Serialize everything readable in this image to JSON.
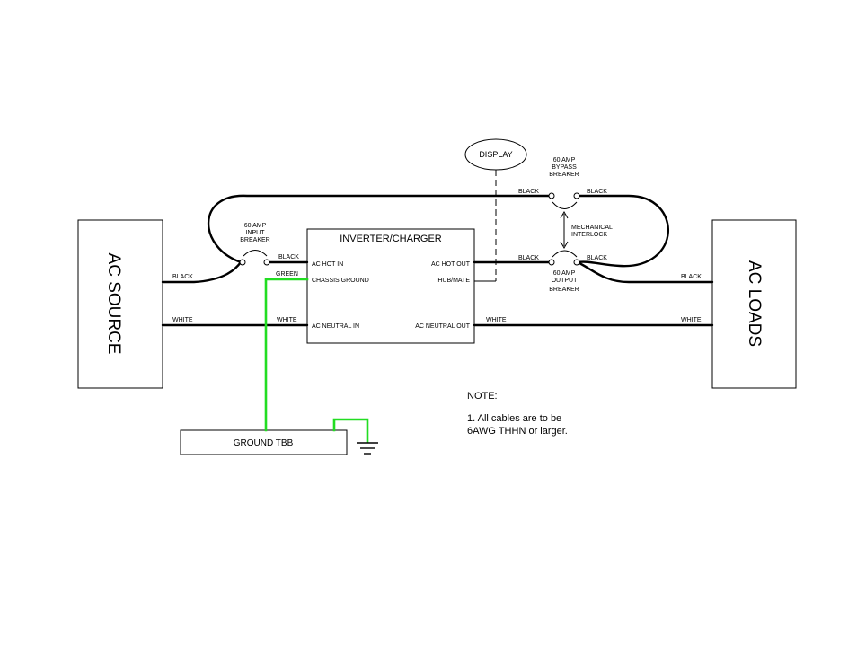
{
  "components": {
    "ac_source": "AC SOURCE",
    "ac_loads": "AC LOADS",
    "inverter_charger": "INVERTER/CHARGER",
    "display": "DISPLAY",
    "ground_tbb": "GROUND TBB"
  },
  "terminals": {
    "ac_hot_in": "AC HOT IN",
    "chassis_ground": "CHASSIS GROUND",
    "ac_neutral_in": "AC NEUTRAL IN",
    "ac_hot_out": "AC HOT OUT",
    "hub_mate": "HUB/MATE",
    "ac_neutral_out": "AC NEUTRAL OUT"
  },
  "breakers": {
    "input": [
      "60 AMP",
      "INPUT",
      "BREAKER"
    ],
    "bypass": [
      "60 AMP",
      "BYPASS",
      "BREAKER"
    ],
    "output": [
      "60 AMP",
      "OUTPUT",
      "BREAKER"
    ],
    "interlock": [
      "MECHANICAL",
      "INTERLOCK"
    ]
  },
  "wire_labels": {
    "black": "BLACK",
    "white": "WHITE",
    "green": "GREEN"
  },
  "note": {
    "heading": "NOTE:",
    "line1": "1. All cables are to be",
    "line2": "6AWG THHN or larger."
  },
  "colors": {
    "ground_wire": "#22dd22",
    "wire": "#000000"
  }
}
